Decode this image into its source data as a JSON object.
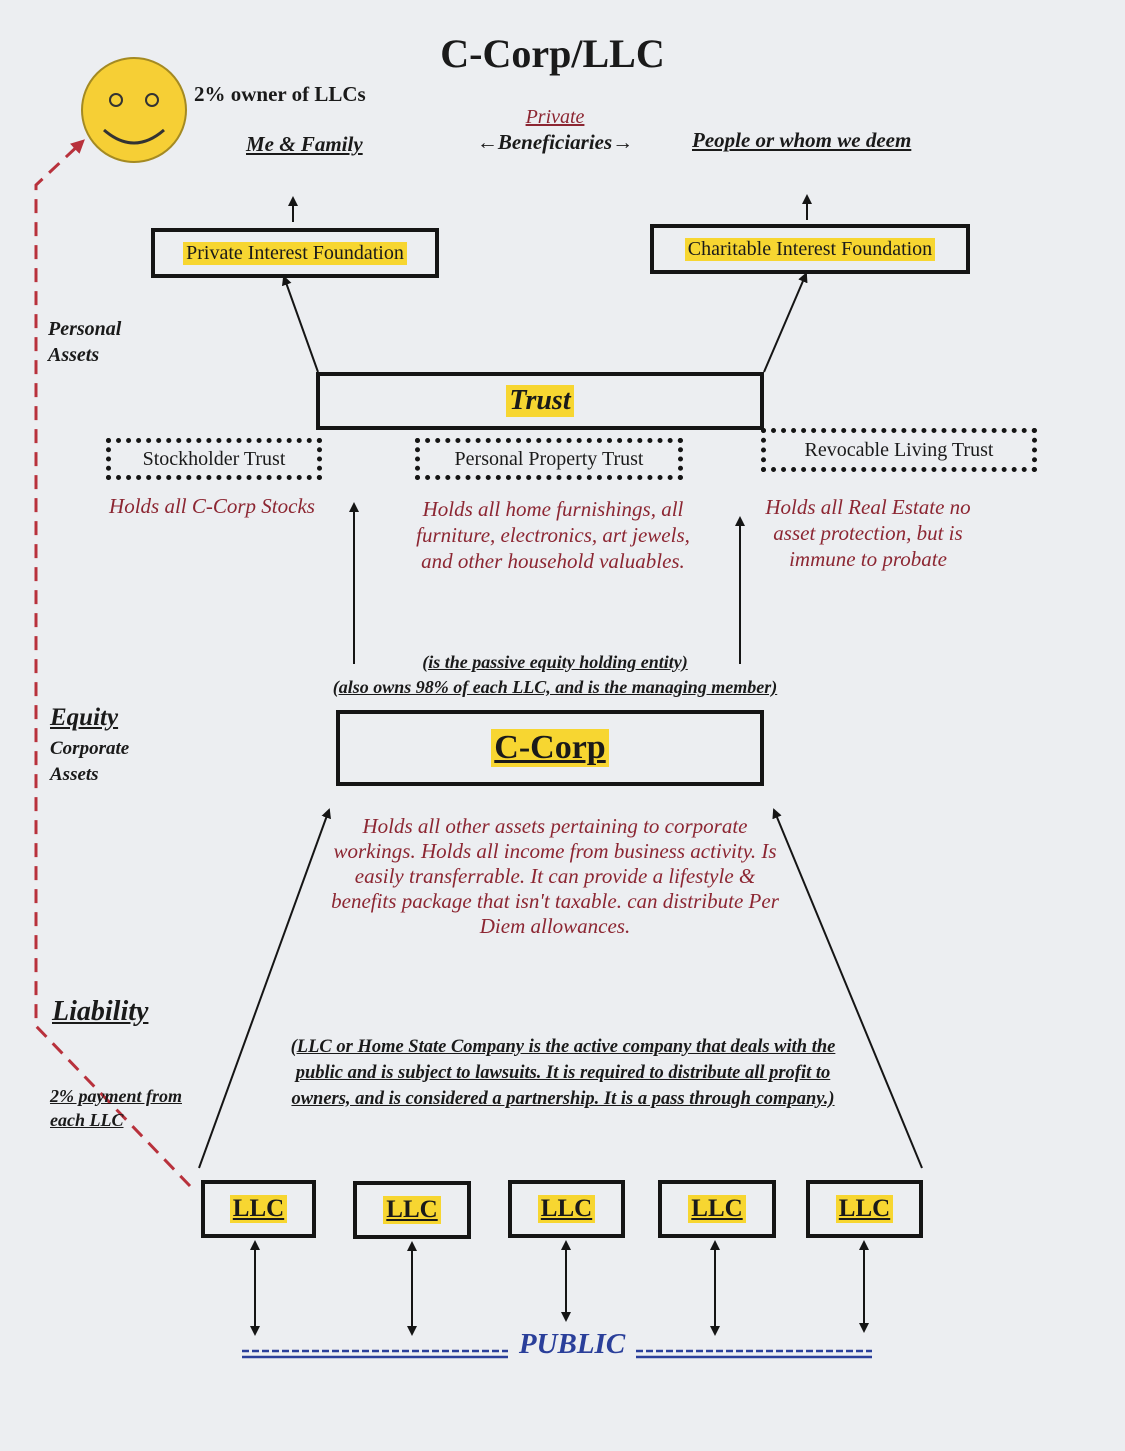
{
  "header": {
    "title": "C-Corp/LLC",
    "owner_note": "2% owner of LLCs"
  },
  "beneficiaries": {
    "left": "Me & Family",
    "center_top": "Private",
    "center_bottom": "←Beneficiaries→",
    "right": "People or whom we deem"
  },
  "foundations": {
    "private": "Private Interest Foundation",
    "charitable": "Charitable Interest Foundation"
  },
  "trust": {
    "label": "Trust",
    "sub_trusts": [
      {
        "name": "Stockholder Trust",
        "description": "Holds all C-Corp Stocks"
      },
      {
        "name": "Personal Property Trust",
        "description": "Holds all home furnishings, all furniture, electronics, art jewels, and other household valuables."
      },
      {
        "name": "Revocable Living Trust",
        "description": "Holds all Real Estate no asset protection, but is immune to probate"
      }
    ]
  },
  "side_labels": {
    "personal_assets": "Personal Assets",
    "equity": "Equity",
    "corporate_assets": "Corporate Assets",
    "liability": "Liability",
    "payment_note": "2% payment from each LLC"
  },
  "ccorp": {
    "note_line1": "(is the passive equity holding entity)",
    "note_line2": "(also owns 98% of each LLC, and is the managing member)",
    "label": "C-Corp",
    "description": "Holds all other assets pertaining to corporate workings. Holds all income from business activity. Is easily transferrable. It can provide a lifestyle & benefits package that isn't taxable. can distribute Per Diem allowances."
  },
  "llc": {
    "note": "(LLC or Home State Company is the active company that deals with the public and is subject to lawsuits. It is required to distribute all profit to owners, and is considered a partnership. It is a pass through company.)",
    "labels": [
      "LLC",
      "LLC",
      "LLC",
      "LLC",
      "LLC"
    ]
  },
  "public": {
    "label": "PUBLIC"
  },
  "colors": {
    "highlight": "#f7d631",
    "red_text": "#8c2632",
    "dashed_arrow": "#b8313c",
    "public_rule": "#2a3f9a",
    "smiley": "#f6cf35"
  },
  "icons": {
    "owner": "smiley-face-icon"
  }
}
